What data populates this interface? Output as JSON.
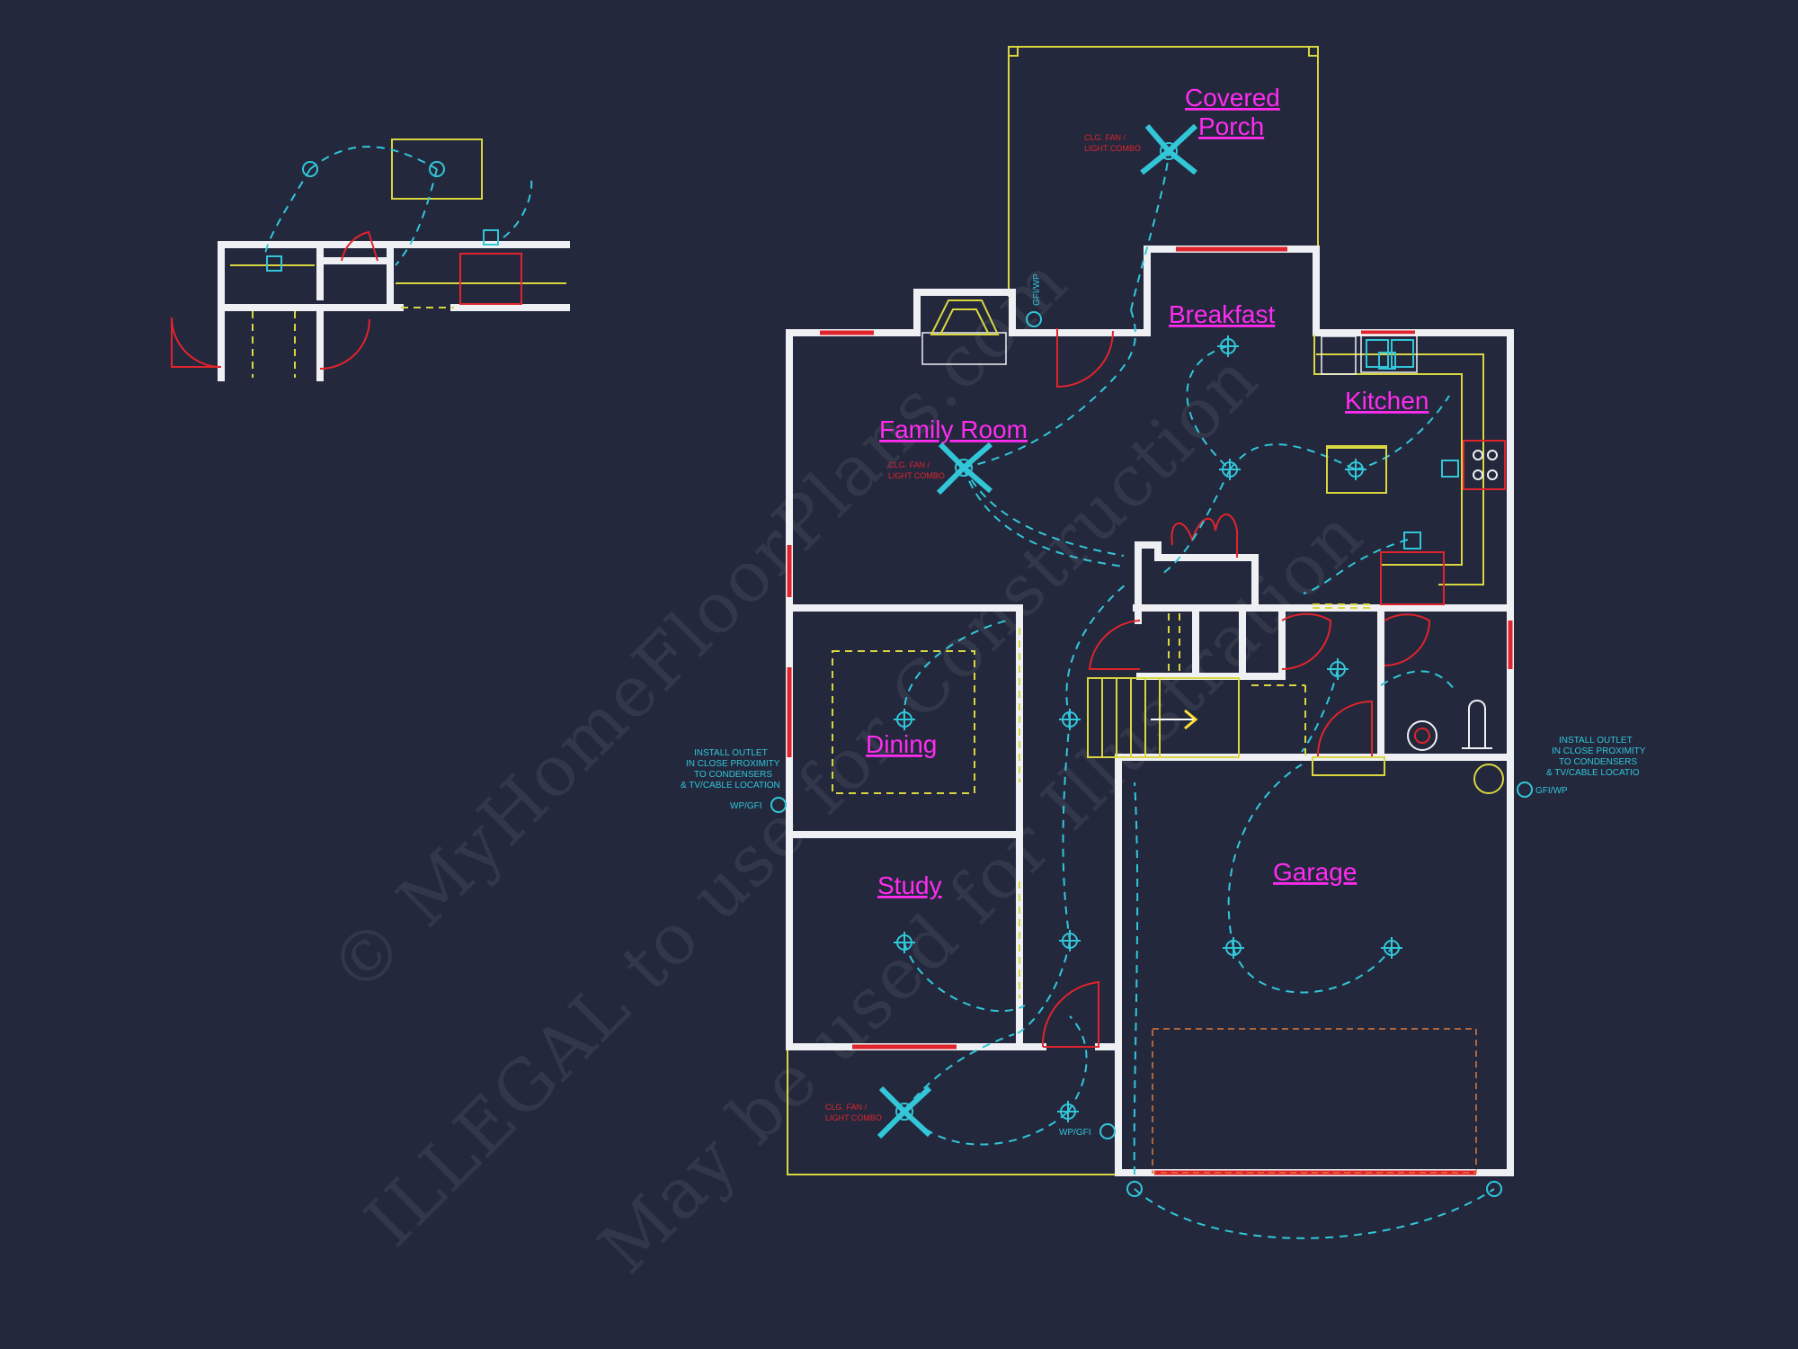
{
  "watermark": {
    "line1": "© MyHomeFloorPlans.com",
    "line2": "ILLEGAL to use for Construction",
    "line3": "May be used for Illustration"
  },
  "rooms": {
    "covered_porch_1": "Covered",
    "covered_porch_2": "Porch",
    "breakfast": "Breakfast",
    "kitchen": "Kitchen",
    "family_room": "Family Room",
    "dining": "Dining",
    "study": "Study",
    "garage": "Garage"
  },
  "notes": {
    "fan_combo_1": "CLG. FAN /",
    "fan_combo_2": "LIGHT COMBO",
    "outlet_1": "INSTALL OUTLET",
    "outlet_2": "IN CLOSE PROXIMITY",
    "outlet_3": "TO CONDENSERS",
    "outlet_4": "& TV/CABLE LOCATION",
    "outlet_right_4": "& TV/CABLE LOCATIO",
    "wp_gfi": "WP/GFI",
    "gfi_wp": "GFI/WP"
  },
  "colors": {
    "background": "#23283d",
    "walls": "#eef0f4",
    "room_labels": "#ff2cf0",
    "electrical": "#32c6d8",
    "doors_windows": "#e0242c",
    "fixtures": "#d9d640"
  }
}
